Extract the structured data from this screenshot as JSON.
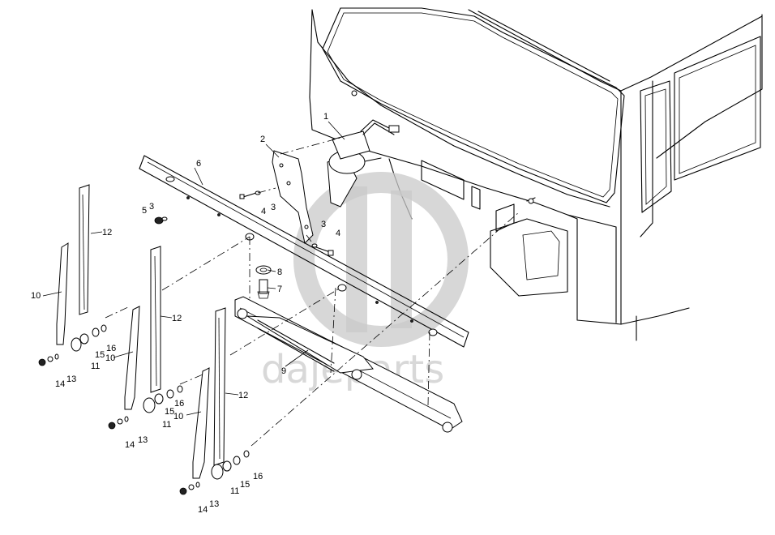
{
  "watermark": {
    "text": "dajeparts"
  },
  "callouts": {
    "c1": "1",
    "c2": "2",
    "c3a": "3",
    "c3b": "3",
    "c3c": "3",
    "c4a": "4",
    "c4b": "4",
    "c5": "5",
    "c6": "6",
    "c7": "7",
    "c8": "8",
    "c9": "9",
    "c10a": "10",
    "c10b": "10",
    "c10c": "10",
    "c11a": "11",
    "c11b": "11",
    "c11c": "11",
    "c12a": "12",
    "c12b": "12",
    "c12c": "12",
    "c13a": "13",
    "c13b": "13",
    "c13c": "13",
    "c14a": "14",
    "c14b": "14",
    "c14c": "14",
    "c15a": "15",
    "c15b": "15",
    "c15c": "15",
    "c16a": "16",
    "c16b": "16",
    "c16c": "16"
  }
}
